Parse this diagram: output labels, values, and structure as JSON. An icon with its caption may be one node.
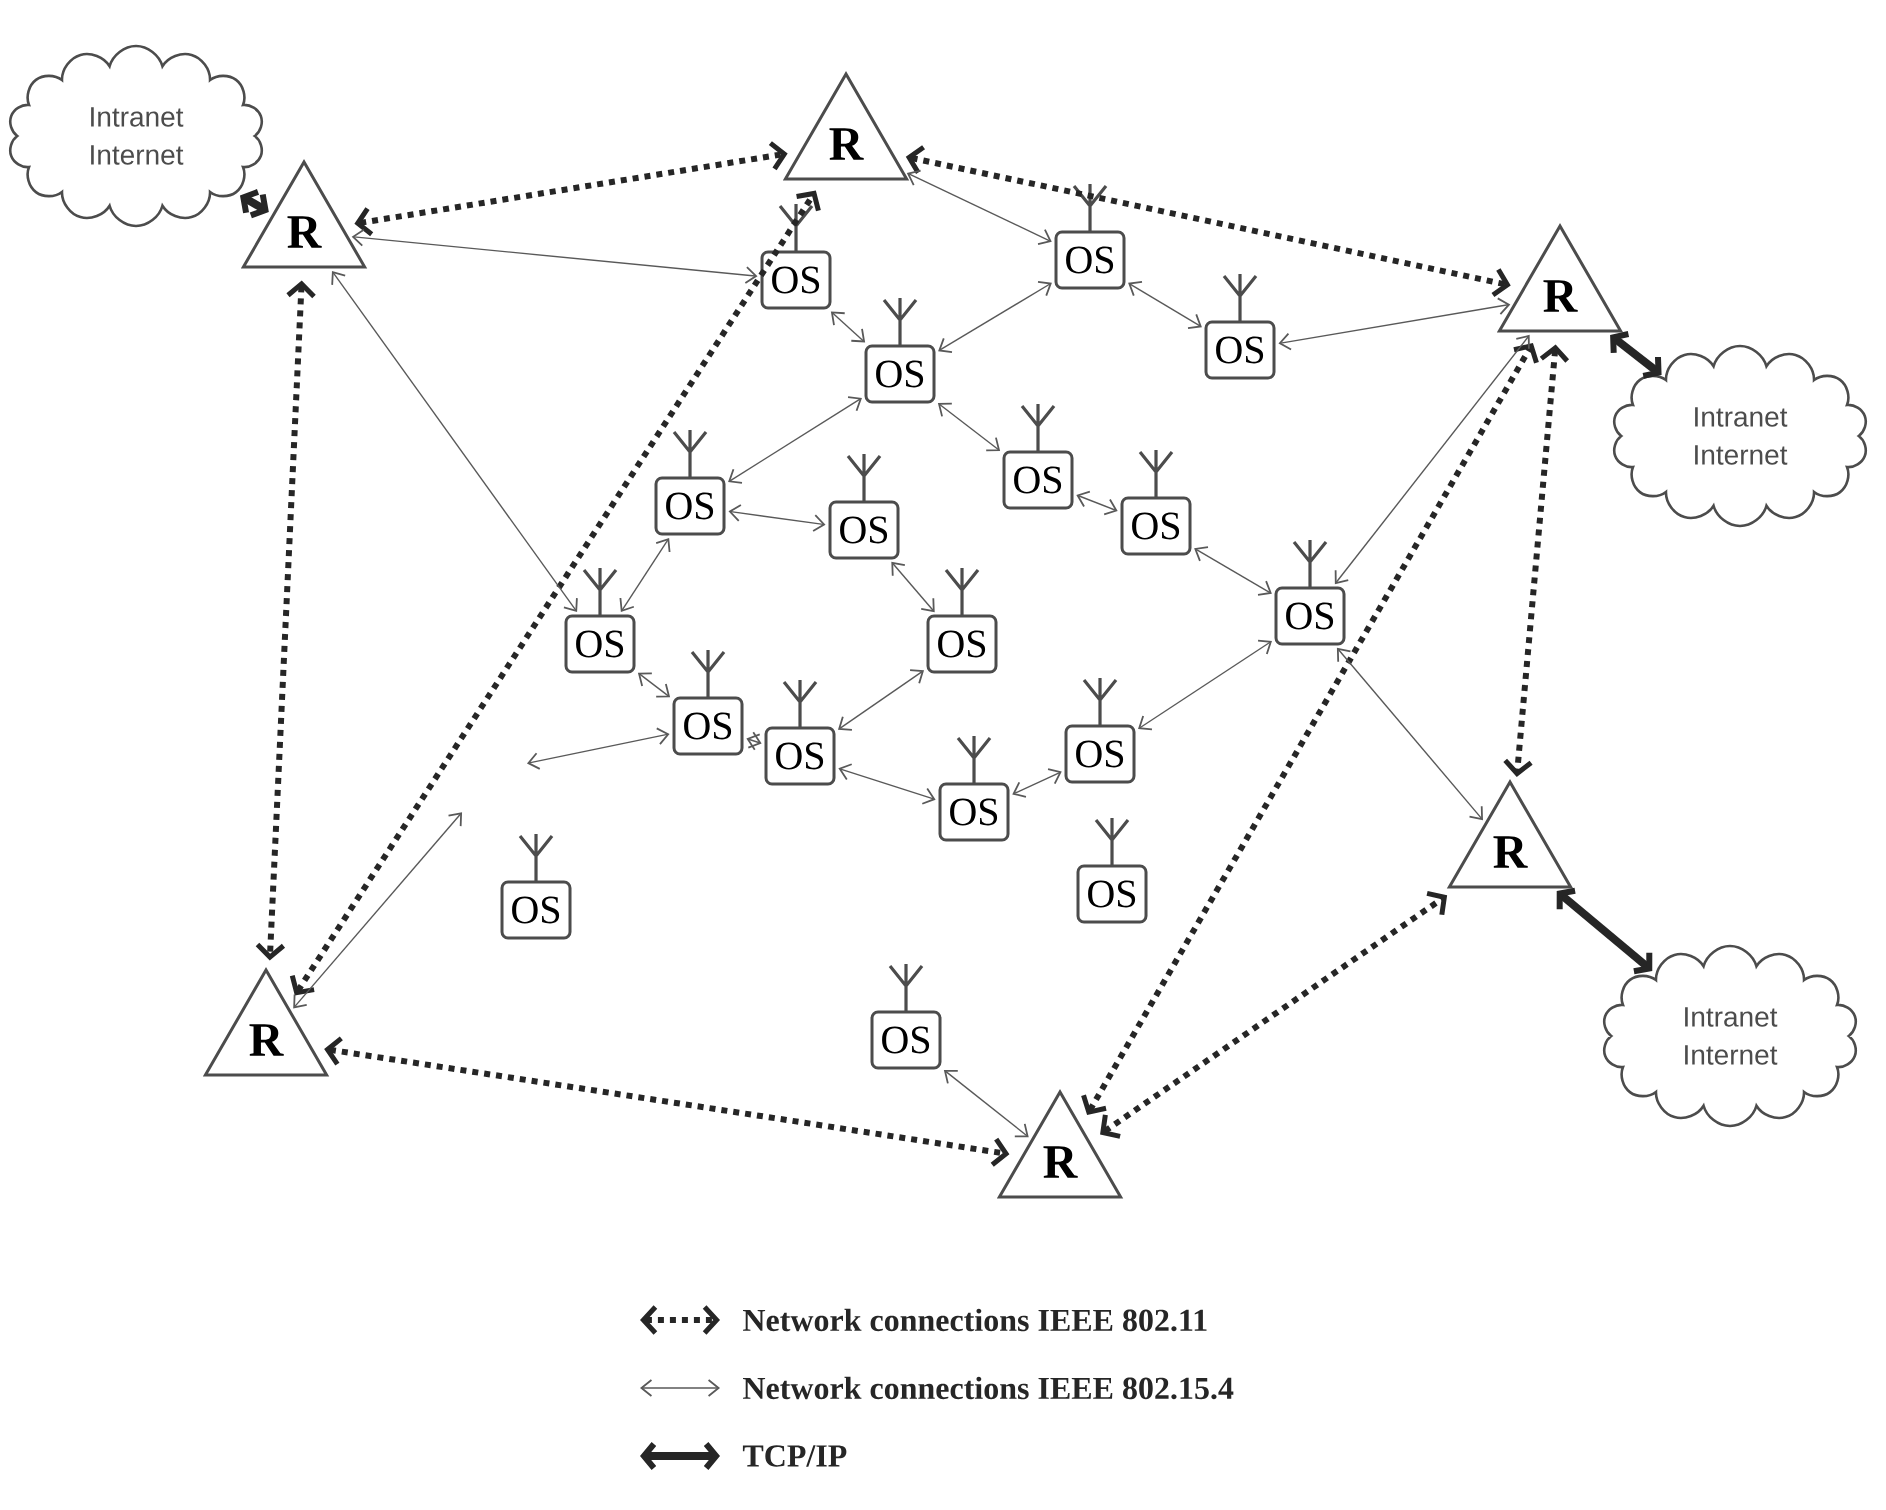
{
  "diagram": {
    "nodes": [
      {
        "text": [
          "Intranet Internet"
        ]
      },
      {
        "text": [
          "R"
        ]
      },
      {
        "text": [
          "R"
        ]
      },
      {
        "text": [
          "R"
        ]
      },
      {
        "text": [
          "Intranet Internet"
        ]
      },
      {
        "text": [
          "OS"
        ]
      },
      {
        "text": [
          "OS"
        ]
      },
      {
        "text": [
          "OS"
        ]
      },
      {
        "text": [
          "OS"
        ]
      },
      {
        "text": [
          "OS"
        ]
      },
      {
        "text": [
          "OS"
        ]
      },
      {
        "text": [
          "OS"
        ]
      },
      {
        "text": [
          "OS"
        ]
      },
      {
        "text": [
          "OS"
        ]
      },
      {
        "text": [
          "OS"
        ]
      },
      {
        "text": [
          "OS"
        ]
      },
      {
        "text": [
          "OS"
        ]
      },
      {
        "text": [
          "OS"
        ]
      },
      {
        "text": [
          "OS"
        ]
      },
      {
        "text": [
          "OS"
        ]
      },
      {
        "text": [
          "OS"
        ]
      },
      {
        "text": [
          "OS"
        ]
      },
      {
        "text": [
          "OS"
        ]
      },
      {
        "text": [
          "R"
        ]
      },
      {
        "text": [
          "Intranet Internet"
        ]
      },
      {
        "text": [
          "R"
        ]
      },
      {
        "text": [
          "R"
        ]
      }
    ],
    "edges": [
      {
        "from": 1,
        "to": 2,
        "arrow": "both",
        "style": "dashed"
      },
      {
        "from": 2,
        "to": 3,
        "arrow": "both",
        "style": "dashed"
      },
      {
        "from": 1,
        "to": 25,
        "arrow": "both",
        "style": "dashed"
      },
      {
        "from": 25,
        "to": 2,
        "arrow": "both",
        "style": "dashed"
      },
      {
        "from": 3,
        "to": 23,
        "arrow": "both",
        "style": "dashed"
      },
      {
        "from": 26,
        "to": 3,
        "arrow": "both",
        "style": "dashed"
      },
      {
        "from": 25,
        "to": 26,
        "arrow": "both",
        "style": "dashed"
      },
      {
        "from": 26,
        "to": 23,
        "arrow": "both",
        "style": "dashed"
      },
      {
        "from": 0,
        "to": 1,
        "arrow": "both",
        "style": "thick"
      },
      {
        "from": 3,
        "to": 4,
        "arrow": "both",
        "style": "thick"
      },
      {
        "from": 23,
        "to": 24,
        "arrow": "both",
        "style": "thick"
      },
      {
        "from": 1,
        "to": 5,
        "arrow": "both"
      },
      {
        "from": 1,
        "to": 13,
        "arrow": "both"
      },
      {
        "from": 2,
        "to": 7,
        "arrow": "both"
      },
      {
        "from": 5,
        "to": 6,
        "arrow": "both"
      },
      {
        "from": 6,
        "to": 9,
        "arrow": "both"
      },
      {
        "from": 6,
        "to": 7,
        "arrow": "both"
      },
      {
        "from": 7,
        "to": 8,
        "arrow": "both"
      },
      {
        "from": 8,
        "to": 3,
        "arrow": "both"
      },
      {
        "from": 6,
        "to": 11,
        "arrow": "both"
      },
      {
        "from": 9,
        "to": 10,
        "arrow": "both"
      },
      {
        "from": 9,
        "to": 13,
        "arrow": "both"
      },
      {
        "from": 10,
        "to": 14,
        "arrow": "both"
      },
      {
        "from": 11,
        "to": 12,
        "arrow": "both"
      },
      {
        "from": 12,
        "to": 15,
        "arrow": "both"
      },
      {
        "from": 13,
        "to": 16,
        "arrow": "both"
      },
      {
        "from": 17,
        "to": 14,
        "arrow": "both"
      },
      {
        "from": 16,
        "to": 17,
        "arrow": "both"
      },
      {
        "from": null,
        "to": 16,
        "arrow": "both"
      },
      {
        "from": 25,
        "to": null,
        "arrow": "both"
      },
      {
        "from": 17,
        "to": 18,
        "arrow": "both"
      },
      {
        "from": 18,
        "to": 19,
        "arrow": "both"
      },
      {
        "from": 19,
        "to": 15,
        "arrow": "both"
      },
      {
        "from": 15,
        "to": 3,
        "arrow": "both"
      },
      {
        "from": 15,
        "to": 23,
        "arrow": "both"
      },
      {
        "from": 22,
        "to": 26,
        "arrow": "both"
      }
    ],
    "legend": [
      {
        "text": "Network connections IEEE 802.11"
      },
      {
        "text": "Network connections IEEE 802.15.4"
      },
      {
        "text": "TCP/IP"
      }
    ]
  }
}
